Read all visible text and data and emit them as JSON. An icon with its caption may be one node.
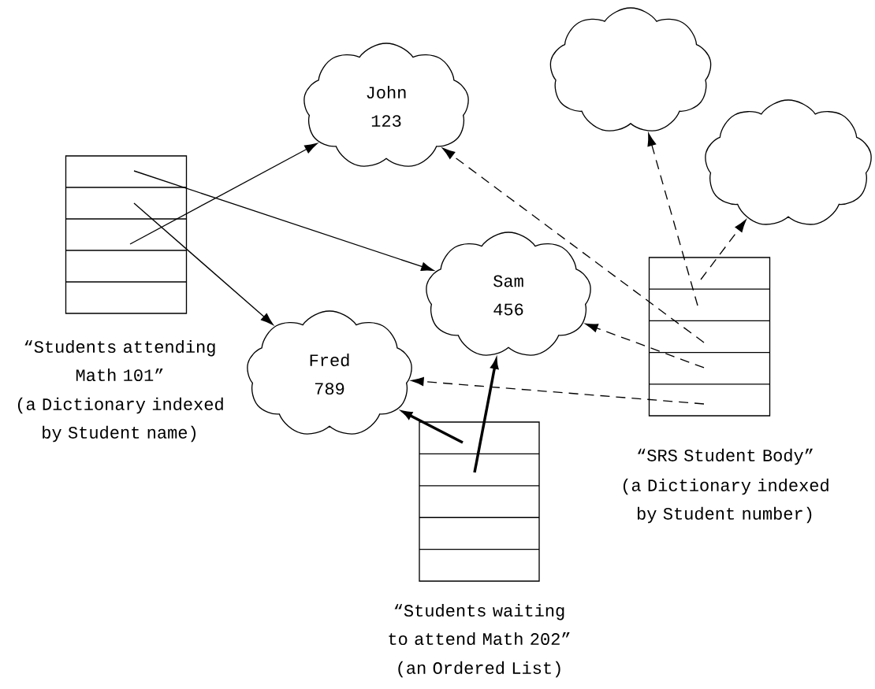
{
  "diagram": {
    "nodes": [
      {
        "text": [
          "John",
          "123"
        ]
      },
      {
        "text": [
          "Sam",
          "456"
        ]
      },
      {
        "text": [
          "Fred",
          "789"
        ]
      },
      {
        "text": [],
        "shape": "cloud"
      },
      {
        "text": [],
        "shape": "cloud"
      },
      {
        "text": [
          "“Students attending Math 101”",
          "(a Dictionary indexed by Student name)"
        ]
      },
      {
        "text": [
          "“Students waiting to attend Math 202”",
          "(an Ordered List)"
        ]
      },
      {
        "text": [
          "“SRS Student Body”",
          "(a Dictionary indexed by Student number)"
        ]
      }
    ],
    "edges": [
      {
        "from": 5,
        "to": 1,
        "arrow": "to"
      },
      {
        "from": 5,
        "to": 2,
        "arrow": "to"
      },
      {
        "from": 5,
        "to": 0,
        "arrow": "to"
      },
      {
        "from": 6,
        "to": 2,
        "arrow": "to",
        "style": "thick"
      },
      {
        "from": 6,
        "to": 1,
        "arrow": "to",
        "style": "thick"
      },
      {
        "from": 7,
        "to": 4,
        "arrow": "to",
        "style": "dashed"
      },
      {
        "from": 7,
        "to": 3,
        "arrow": "to",
        "style": "dashed"
      },
      {
        "from": 7,
        "to": 0,
        "arrow": "to",
        "style": "dashed"
      },
      {
        "from": 7,
        "to": 1,
        "arrow": "to",
        "style": "dashed"
      },
      {
        "from": 7,
        "to": 2,
        "arrow": "to",
        "style": "dashed"
      }
    ]
  }
}
